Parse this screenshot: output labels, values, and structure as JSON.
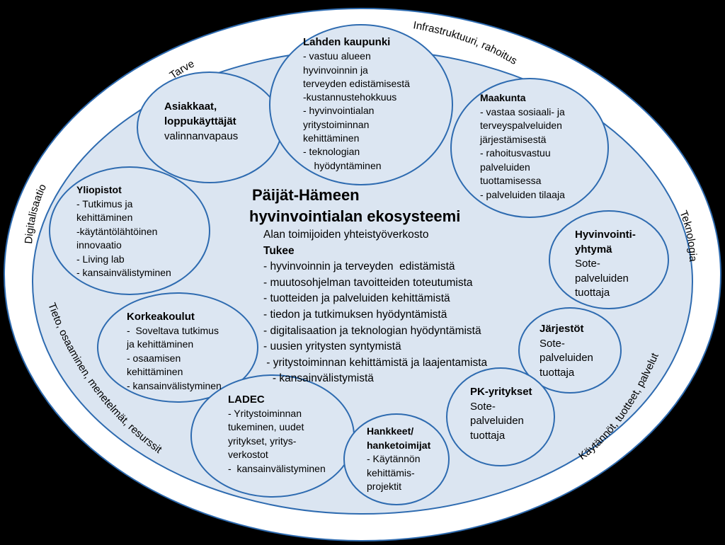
{
  "colors": {
    "background": "#000000",
    "outer_fill": "#ffffff",
    "inner_fill": "#dbe5f1",
    "circle_fill": "#dce6f2",
    "stroke": "#2e6bb0"
  },
  "ring_labels": {
    "tarve": "Tarve",
    "infrastruktuuri": "Infrastruktuuri, rahoitus",
    "teknologia": "Teknologia",
    "kaytannot": "Käytännöt, tuotteet, palvelut",
    "tieto": "Tieto, osaaminen, menetelmät, resurssit",
    "digitalisaatio": "Digitalisaatio"
  },
  "center": {
    "title_line1": "Päijät-Hämeen",
    "title_line2": "hyvinvointialan ekosysteemi",
    "subtitle": "Alan toimijoiden yhteistyöverkosto",
    "tukee": "Tukee",
    "items": [
      "- hyvinvoinnin ja terveyden  edistämistä",
      "- muutosohjelman tavoitteiden toteutumista",
      "- tuotteiden ja palveluiden kehittämistä",
      "- tiedon ja tutkimuksen hyödyntämistä",
      "- digitalisaation ja teknologian hyödyntämistä",
      "- uusien yritysten syntymistä",
      " - yritystoiminnan kehittämistä ja laajentamista",
      "   - kansainvälistymistä"
    ]
  },
  "nodes": {
    "asiakkaat": {
      "title1": "Asiakkaat,",
      "title2": "loppukäyttäjät",
      "text": "valinnanvapaus"
    },
    "lahti": {
      "title": "Lahden kaupunki",
      "lines": [
        "- vastuu  alueen",
        "hyvinvoinnin ja",
        "terveyden edistämisestä",
        "-kustannustehokkuus",
        "- hyvinvointialan",
        "yritystoiminnan",
        "kehittäminen",
        "- teknologian",
        "    hyödyntäminen"
      ]
    },
    "maakunta": {
      "title": "Maakunta",
      "lines": [
        "- vastaa sosiaali- ja",
        "terveyspalveluiden",
        "järjestämisestä",
        "- rahoitusvastuu",
        "palveluiden",
        "tuottamisessa",
        "- palveluiden tilaaja"
      ]
    },
    "yliopistot": {
      "title": "Yliopistot",
      "lines": [
        "- Tutkimus ja",
        "kehittäminen",
        "-käytäntölähtöinen",
        "innovaatio",
        "- Living lab",
        "- kansainvälistyminen"
      ]
    },
    "hyvinvointiyhtyma": {
      "title1": "Hyvinvointi-",
      "title2": "yhtymä",
      "lines": [
        "Sote-",
        "palveluiden",
        "tuottaja"
      ]
    },
    "korkeakoulut": {
      "title": "Korkeakoulut",
      "lines": [
        "-  Soveltava tutkimus",
        "ja kehittäminen",
        "- osaamisen",
        "kehittäminen",
        "- kansainvälistyminen"
      ]
    },
    "jarjestot": {
      "title": "Järjestöt",
      "lines": [
        "Sote-",
        "palveluiden",
        "tuottaja"
      ]
    },
    "pk": {
      "title": "PK-yritykset",
      "lines": [
        "Sote-",
        "palveluiden",
        "tuottaja"
      ]
    },
    "ladec": {
      "title": "LADEC",
      "lines": [
        "- Yritystoiminnan",
        "tukeminen, uudet",
        "yritykset, yritys-",
        "verkostot",
        "-  kansainvälistyminen"
      ]
    },
    "hankkeet": {
      "title1": "Hankkeet/",
      "title2": "hanketoimijat",
      "lines": [
        "- Käytännön",
        "kehittämis-",
        "projektit"
      ]
    }
  }
}
